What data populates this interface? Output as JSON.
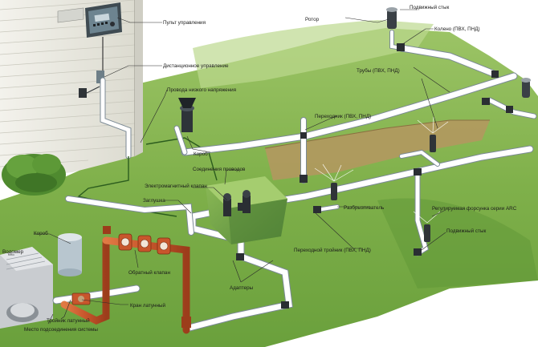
{
  "labels": {
    "controller": "Пульт управления",
    "remote_control": "Дистанционное управление",
    "low_voltage_wires": "Провода низкого напряжения",
    "box_upper": "Короб",
    "wire_connection": "Соединения проводов",
    "solenoid_valve": "Электромагнитный клапан",
    "plug": "Заглушка",
    "box_lower": "Короб",
    "water_meter": "Водомер",
    "check_valve": "Обратный клапан",
    "adapters": "Адаптеры",
    "brass_valve": "Кран латунный",
    "brass_tee": "Тройник латунный",
    "connection_point": "Место подсоединения системы",
    "rotor": "Ротор",
    "swing_joint_top": "Подвижный стык",
    "elbow": "Колено (ПВХ, ПНД)",
    "pipes": "Трубы (ПВХ, ПНД)",
    "adapter_pvc": "Переходник (ПВХ, ПНД)",
    "sprayer": "Разбрызгиватель",
    "arc_nozzle": "Регулируемая форсунка серии ARC",
    "swing_joint_bottom": "Подвижный стык",
    "transition_tee": "Переходной тройник (ПВХ, ПНД)"
  },
  "colors": {
    "lawn": "#7fb04a",
    "lawn_dark": "#5e9435",
    "lawn_light": "#a8cc72",
    "siding": "#ecebe4",
    "siding_line": "#c9c8bd",
    "copper": "#c8562c",
    "pipe": "#ffffff",
    "valve_box": "#6f9f43",
    "soil": "#b59660"
  }
}
